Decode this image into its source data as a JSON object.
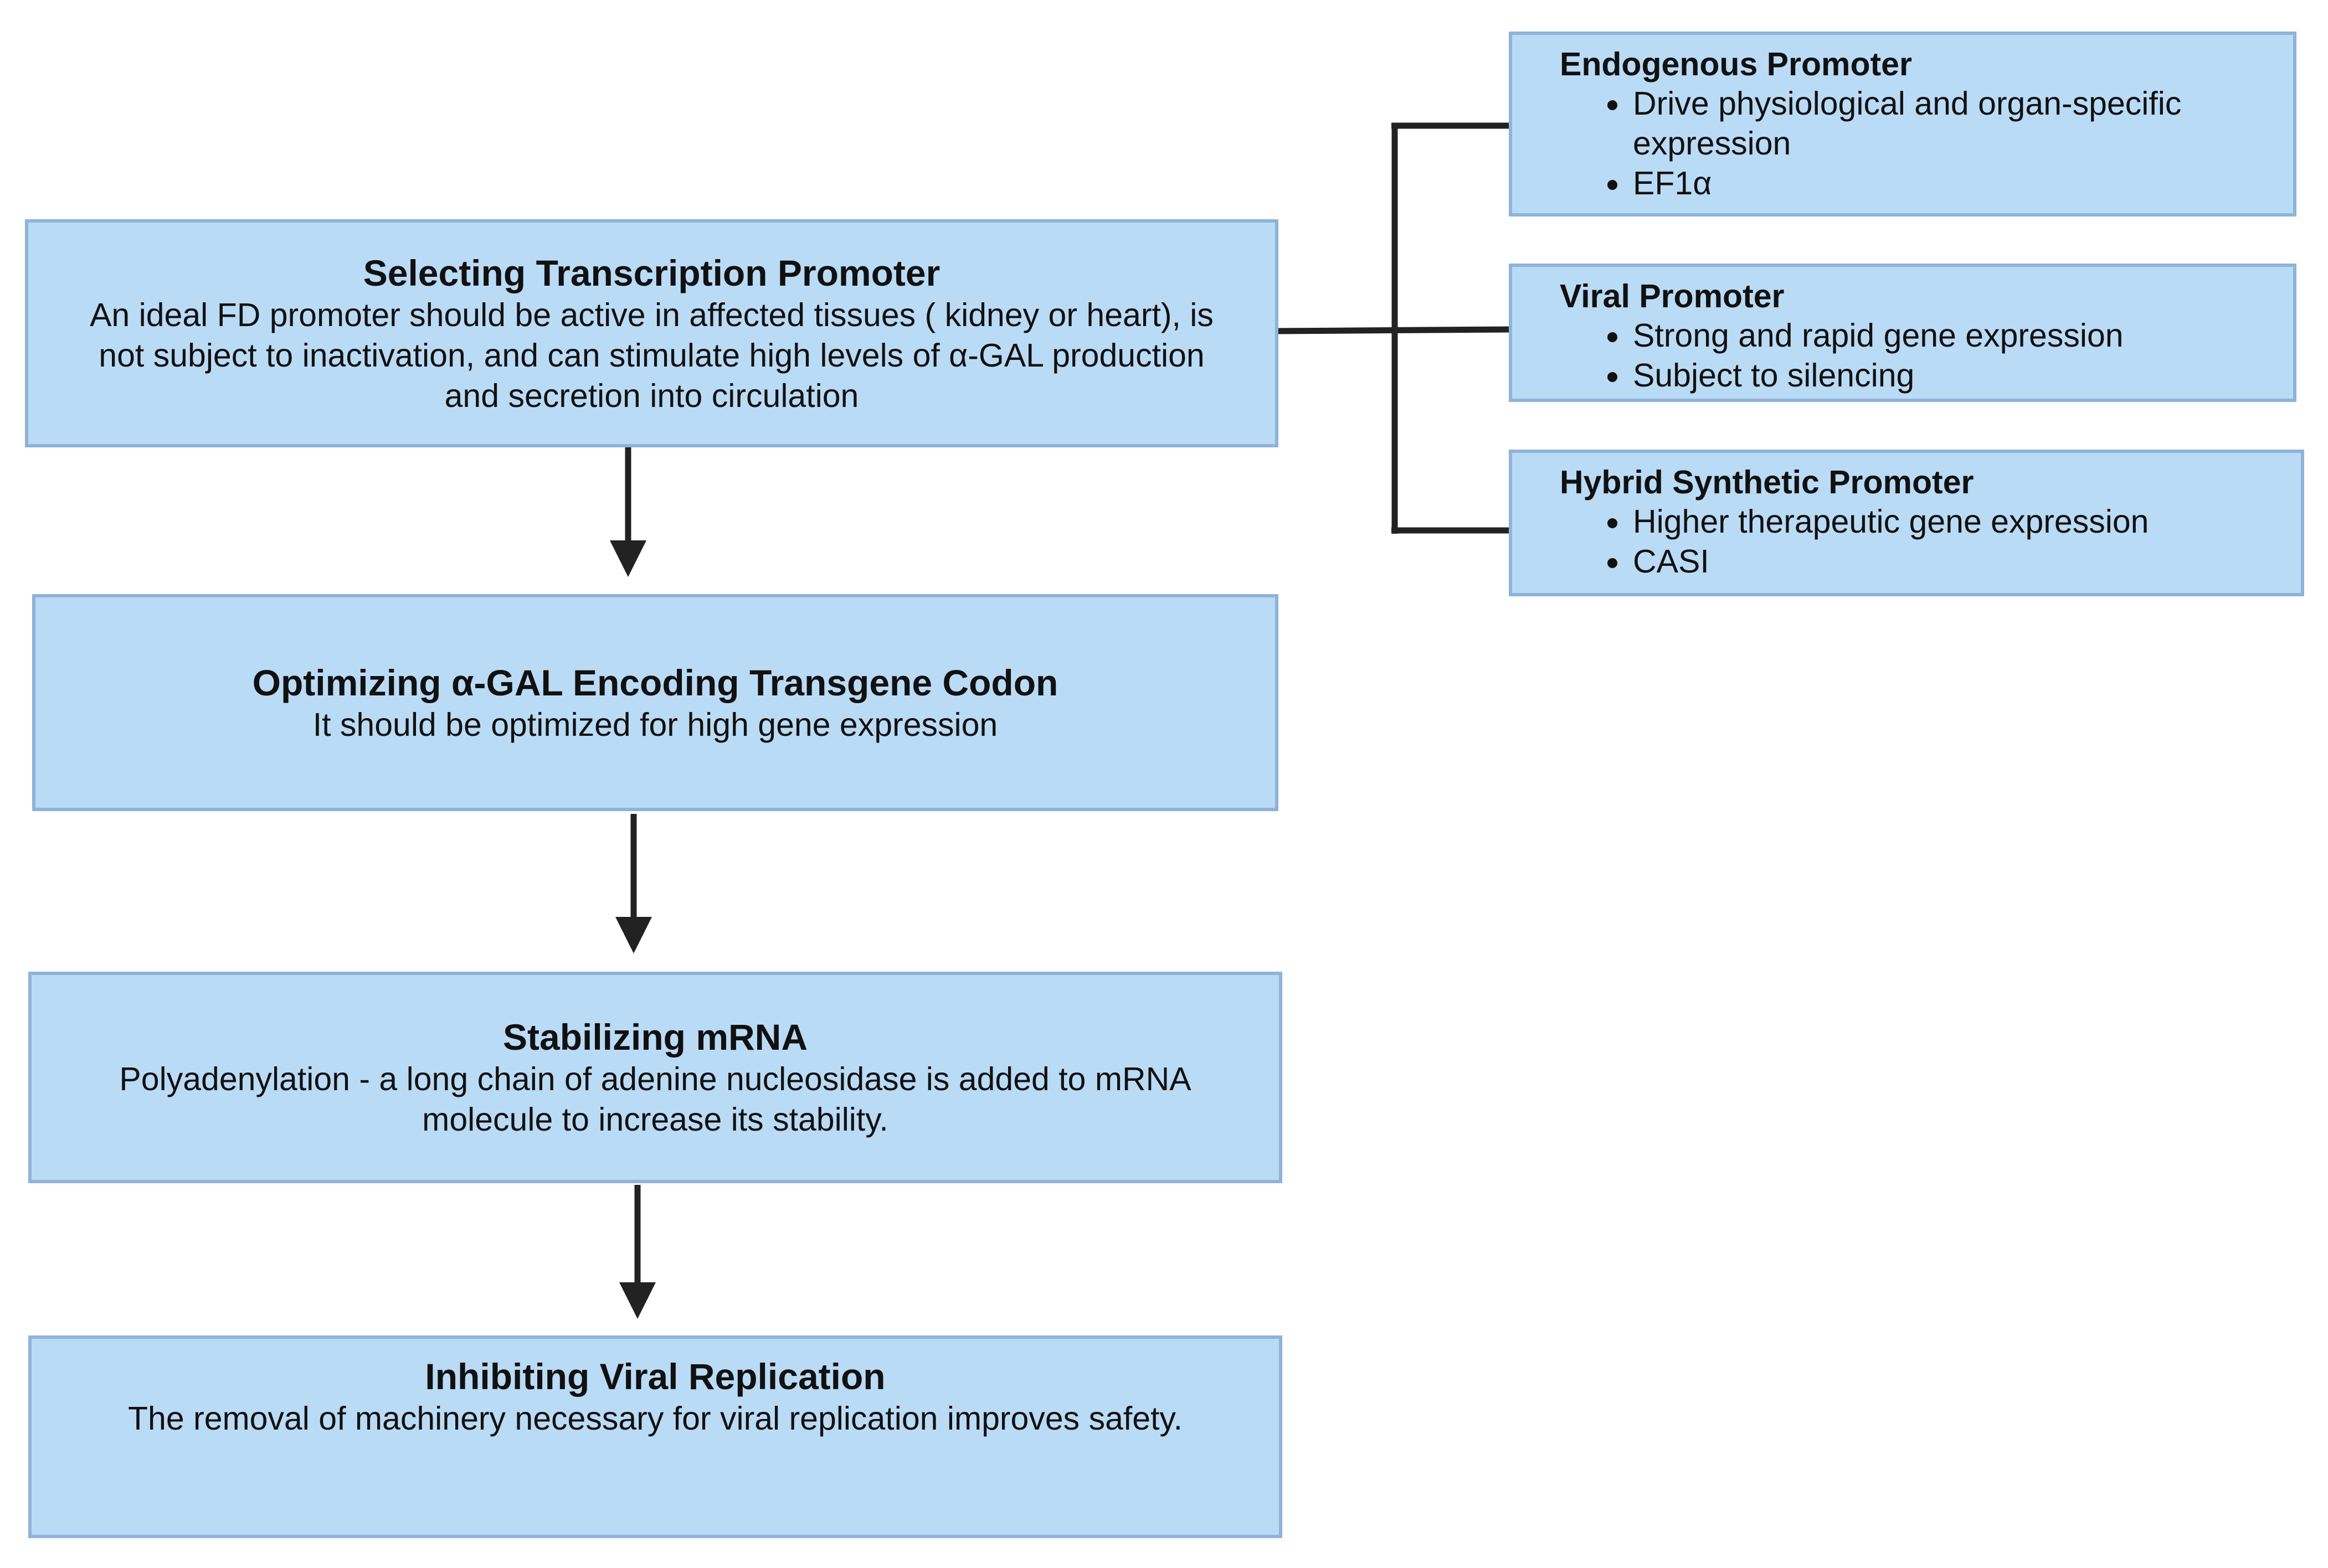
{
  "steps": [
    {
      "title": "Selecting Transcription Promoter",
      "description": "An ideal FD promoter should be active in affected tissues ( kidney or heart), is not subject to inactivation, and can stimulate high levels of α-GAL production and secretion into circulation"
    },
    {
      "title": "Optimizing α-GAL Encoding Transgene Codon",
      "description": "It should be optimized for high gene expression"
    },
    {
      "title": "Stabilizing mRNA",
      "description": "Polyadenylation - a long chain of adenine nucleosidase is added to mRNA molecule to increase its stability."
    },
    {
      "title": "Inhibiting Viral Replication",
      "description": "The removal of machinery necessary for viral replication improves safety."
    }
  ],
  "promoters": [
    {
      "title": "Endogenous Promoter",
      "bullets": [
        "Drive physiological and organ-specific expression",
        "EF1α"
      ]
    },
    {
      "title": "Viral Promoter",
      "bullets": [
        "Strong and rapid gene expression",
        "Subject to silencing"
      ]
    },
    {
      "title": "Hybrid Synthetic Promoter",
      "bullets": [
        "Higher therapeutic gene expression",
        "CASI"
      ]
    }
  ],
  "colors": {
    "box_fill": "#badbf5",
    "box_border": "#8fb3d9",
    "connector": "#222222"
  }
}
